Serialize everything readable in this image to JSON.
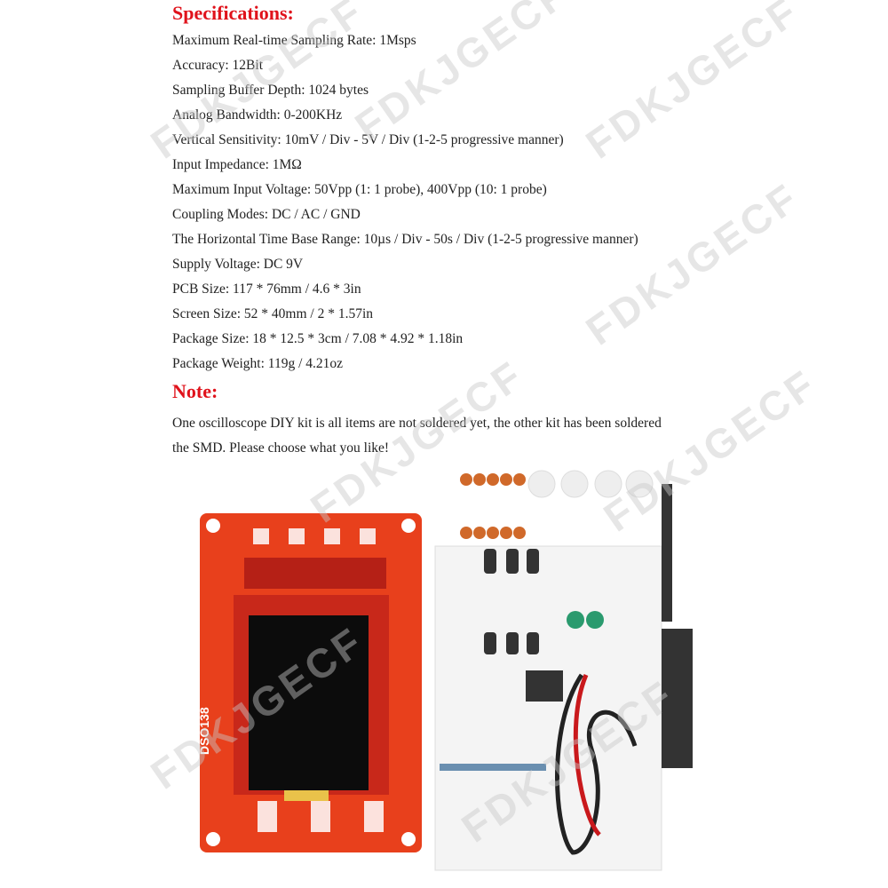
{
  "watermark": "FDKJGECF®",
  "specifications": {
    "heading": "Specifications:",
    "items": [
      "Maximum Real-time Sampling Rate: 1Msps",
      "Accuracy: 12Bit",
      "Sampling Buffer Depth: 1024 bytes",
      "Analog Bandwidth: 0-200KHz",
      "Vertical Sensitivity: 10mV / Div - 5V / Div (1-2-5 progressive manner)",
      "Input Impedance: 1MΩ",
      "Maximum Input Voltage: 50Vpp (1: 1 probe), 400Vpp (10: 1 probe)",
      "Coupling Modes: DC / AC / GND",
      "The Horizontal Time Base Range: 10µs / Div - 50s / Div (1-2-5 progressive manner)",
      "Supply Voltage: DC 9V",
      "PCB Size: 117 * 76mm / 4.6 * 3in",
      "Screen Size: 52 * 40mm / 2 * 1.57in",
      "Package Size: 18 * 12.5 * 3cm / 7.08 * 4.92 * 1.18in",
      "Package Weight: 119g / 4.21oz"
    ]
  },
  "note": {
    "heading": "Note:",
    "lines": [
      "One oscilloscope DIY kit is all items are not soldered yet, the other kit has been soldered",
      "the SMD. Please choose what you like!"
    ]
  },
  "photo": {
    "board_label": "DSO138",
    "colors": {
      "pcb": "#e8401c",
      "screen": "#0c0c0c",
      "heading": "#e0121b"
    }
  }
}
